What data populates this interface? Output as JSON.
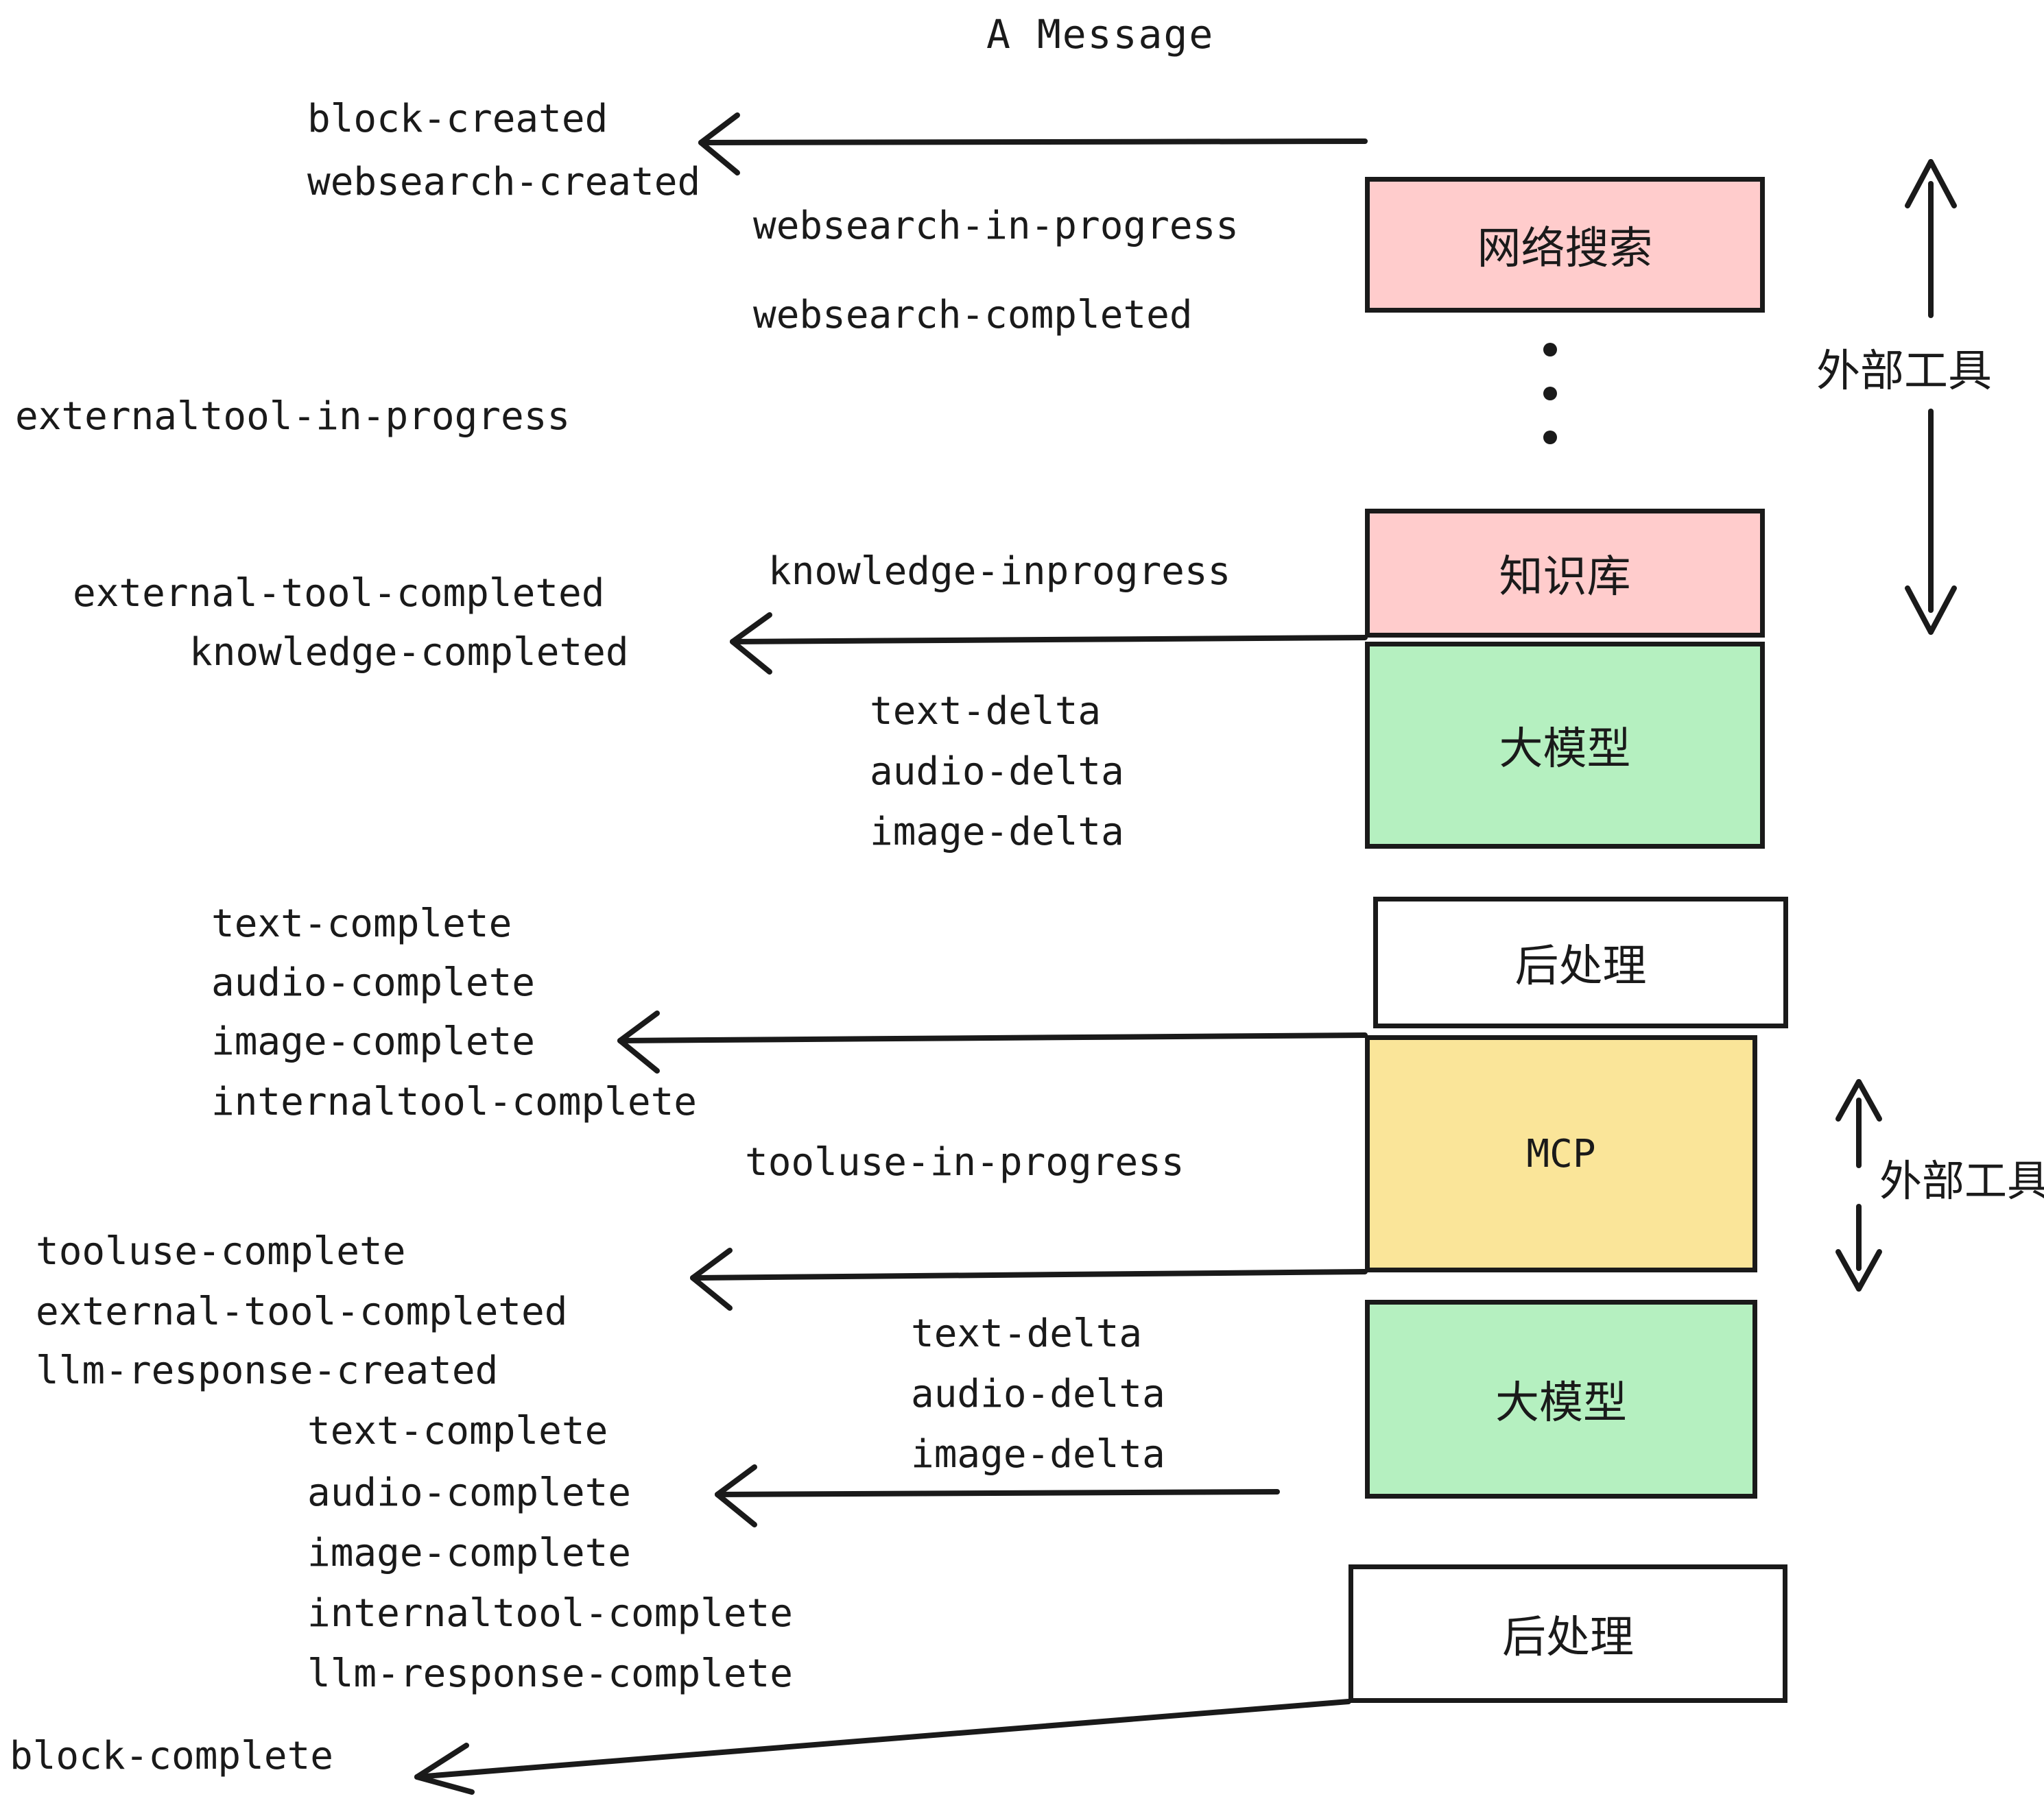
{
  "title": "A Message",
  "colors": {
    "pink": "#FFCCCC",
    "green": "#B5F0C0",
    "yellow": "#FAE599",
    "white": "#FFFFFF",
    "stroke": "#1a1a1a",
    "text": "#1a1a1a"
  },
  "boxes": {
    "websearch": "网络搜索",
    "knowledge": "知识库",
    "llm_top": "大模型",
    "postprocess_top": "后处理",
    "mcp": "MCP",
    "llm_bottom": "大模型",
    "postprocess_bottom": "后处理"
  },
  "brackets": {
    "external_tools_top": "外部工具",
    "external_tools_bottom": "外部工具"
  },
  "events": {
    "block_created": "block-created",
    "websearch_created": "websearch-created",
    "websearch_in_progress": "websearch-in-progress",
    "websearch_completed": "websearch-completed",
    "externaltool_in_progress": "externaltool-in-progress",
    "knowledge_inprogress": "knowledge-inprogress",
    "external_tool_completed_1": "external-tool-completed",
    "knowledge_completed": "knowledge-completed",
    "text_delta_1": "text-delta",
    "audio_delta_1": "audio-delta",
    "image_delta_1": "image-delta",
    "text_complete_1": "text-complete",
    "audio_complete_1": "audio-complete",
    "image_complete_1": "image-complete",
    "internaltool_complete_1": "internaltool-complete",
    "tooluse_in_progress": "tooluse-in-progress",
    "tooluse_complete": "tooluse-complete",
    "external_tool_completed_2": "external-tool-completed",
    "llm_response_created": "llm-response-created",
    "text_delta_2": "text-delta",
    "audio_delta_2": "audio-delta",
    "image_delta_2": "image-delta",
    "text_complete_2": "text-complete",
    "audio_complete_2": "audio-complete",
    "image_complete_2": "image-complete",
    "internaltool_complete_2": "internaltool-complete",
    "llm_response_complete": "llm-response-complete",
    "block_complete": "block-complete"
  }
}
